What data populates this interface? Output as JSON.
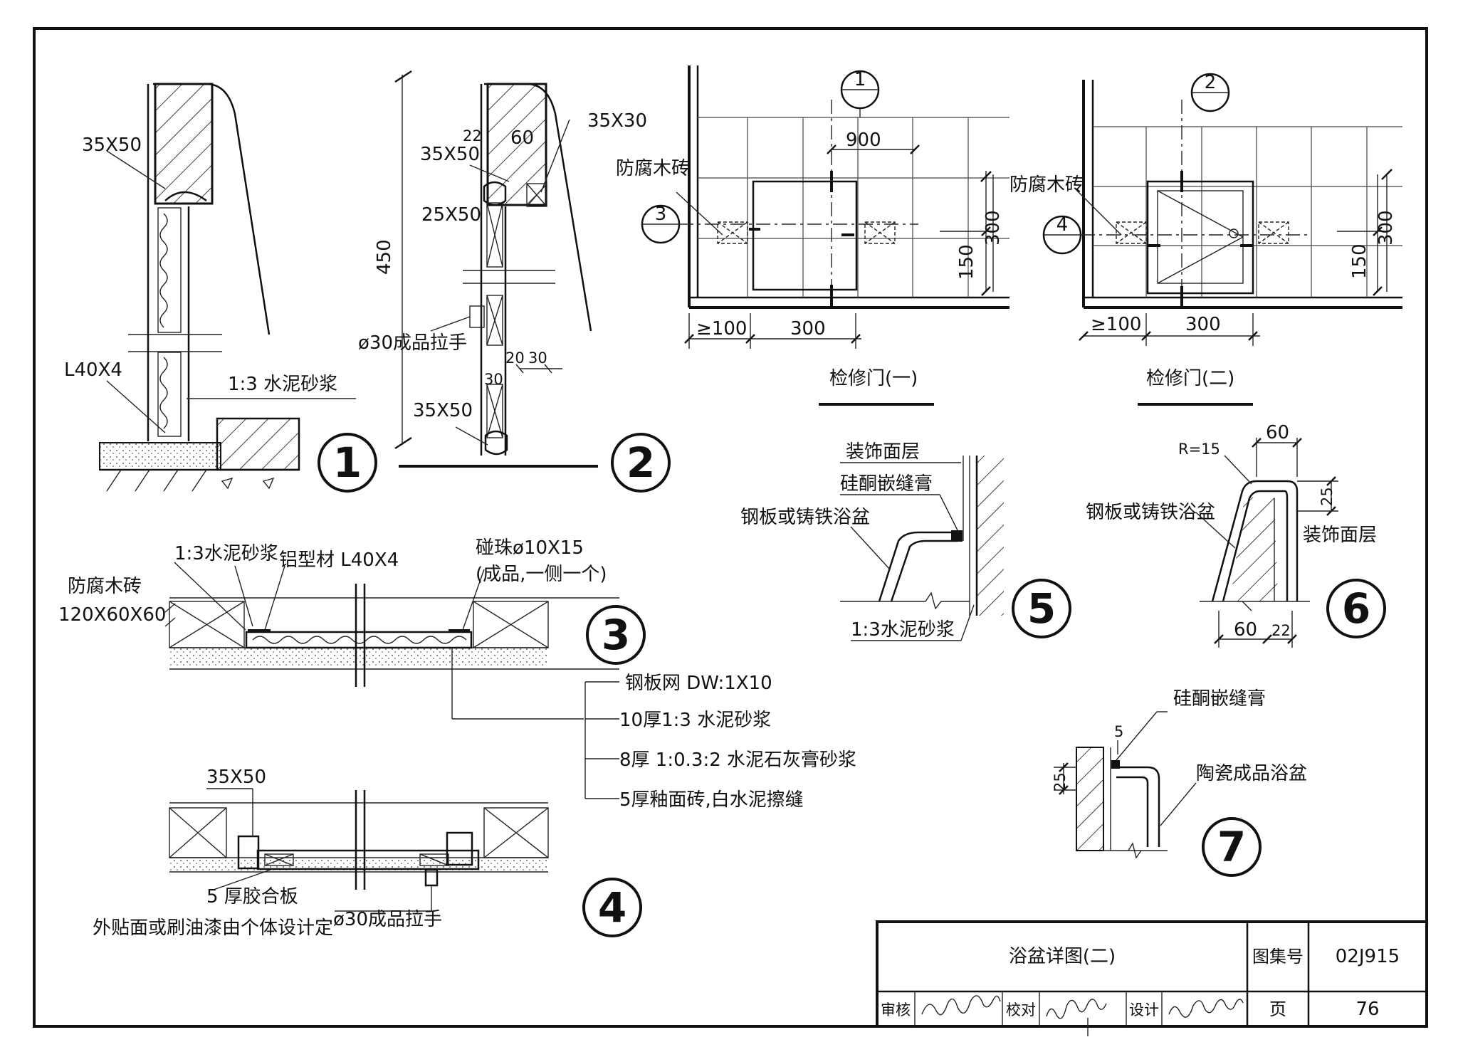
{
  "title_block": {
    "drawing_title": "浴盆详图(二)",
    "atlas_label": "图集号",
    "atlas_no": "02J915",
    "review_label": "审核",
    "check_label": "校对",
    "design_label": "设计",
    "page_label": "页",
    "page_no": "76"
  },
  "detail_marks": [
    "1",
    "2",
    "3",
    "4",
    "5",
    "6",
    "7"
  ],
  "detail1": {
    "a": "35X50",
    "b": "L40X4",
    "c": "1:3 水泥砂浆"
  },
  "detail2": {
    "a": "35X30",
    "b": "22",
    "c": "60",
    "d": "35X50",
    "e": "25X50",
    "f": "450",
    "g": "ø30成品拉手",
    "h": "20",
    "i": "30",
    "j": "30",
    "k": "35X50"
  },
  "door1": {
    "title": "检修门(一)",
    "wood": "防腐木砖",
    "dim900": "900",
    "dim300v": "300",
    "dim150": "150",
    "dim100": "≥100",
    "dim300h": "300",
    "sec_top": "1",
    "sec_left": "3"
  },
  "door2": {
    "title": "检修门(二)",
    "wood": "防腐木砖",
    "dim300v": "300",
    "dim150": "150",
    "dim100": "≥100",
    "dim300h": "300",
    "sec_top": "2",
    "sec_left": "4"
  },
  "detail3": {
    "a": "1:3水泥砂浆",
    "b": "铝型材 L40X4",
    "c": "碰珠ø10X15",
    "d": "(成品,一侧一个)",
    "e": "防腐木砖",
    "f": "120X60X60"
  },
  "layers": [
    "钢板网 DW:1X10",
    "10厚1:3 水泥砂浆",
    "8厚 1:0.3:2 水泥石灰膏砂浆",
    "5厚釉面砖,白水泥擦缝"
  ],
  "detail4": {
    "a": "35X50",
    "b": "5 厚胶合板",
    "c": "外贴面或刷油漆由个体设计定",
    "d": "ø30成品拉手"
  },
  "detail5": {
    "a": "装饰面层",
    "b": "硅酮嵌缝膏",
    "c": "钢板或铸铁浴盆",
    "d": "1:3水泥砂浆"
  },
  "detail6": {
    "a": "60",
    "b": "R=15",
    "c": "25",
    "d": "钢板或铸铁浴盆",
    "e": "装饰面层",
    "f": "60",
    "g": "22"
  },
  "detail7": {
    "a": "硅酮嵌缝膏",
    "b": "5",
    "c": "陶瓷成品浴盆",
    "d": "25"
  }
}
